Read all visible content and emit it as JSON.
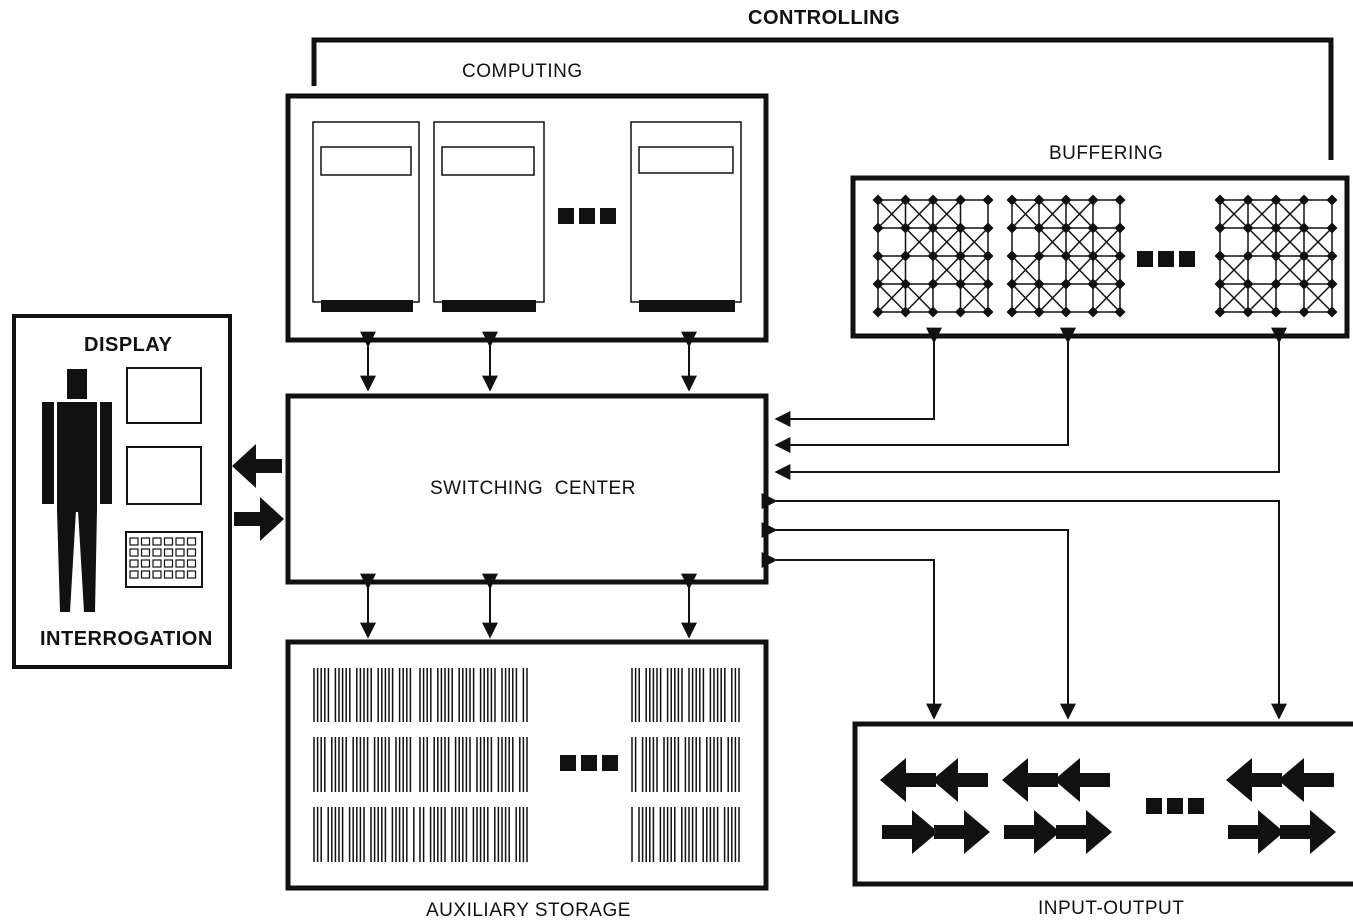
{
  "labels": {
    "controlling": "CONTROLLING",
    "computing": "COMPUTING",
    "buffering": "BUFFERING",
    "display": "DISPLAY",
    "interrogation": "INTERROGATION",
    "switching_center": "SWITCHING  CENTER",
    "auxiliary_storage": "AUXILIARY STORAGE",
    "input_output": "INPUT-OUTPUT"
  },
  "colors": {
    "ink": "#111111",
    "paper": "#ffffff"
  },
  "units": {
    "computing": [
      "processor-unit",
      "processor-unit",
      "processor-unit"
    ],
    "buffering": [
      "buffer-core-grid",
      "buffer-core-grid",
      "buffer-core-grid"
    ],
    "auxiliary_storage": [
      "storage-bank",
      "storage-bank"
    ],
    "input_output": [
      "io-arrow-pair",
      "io-arrow-pair",
      "io-arrow-pair"
    ]
  }
}
